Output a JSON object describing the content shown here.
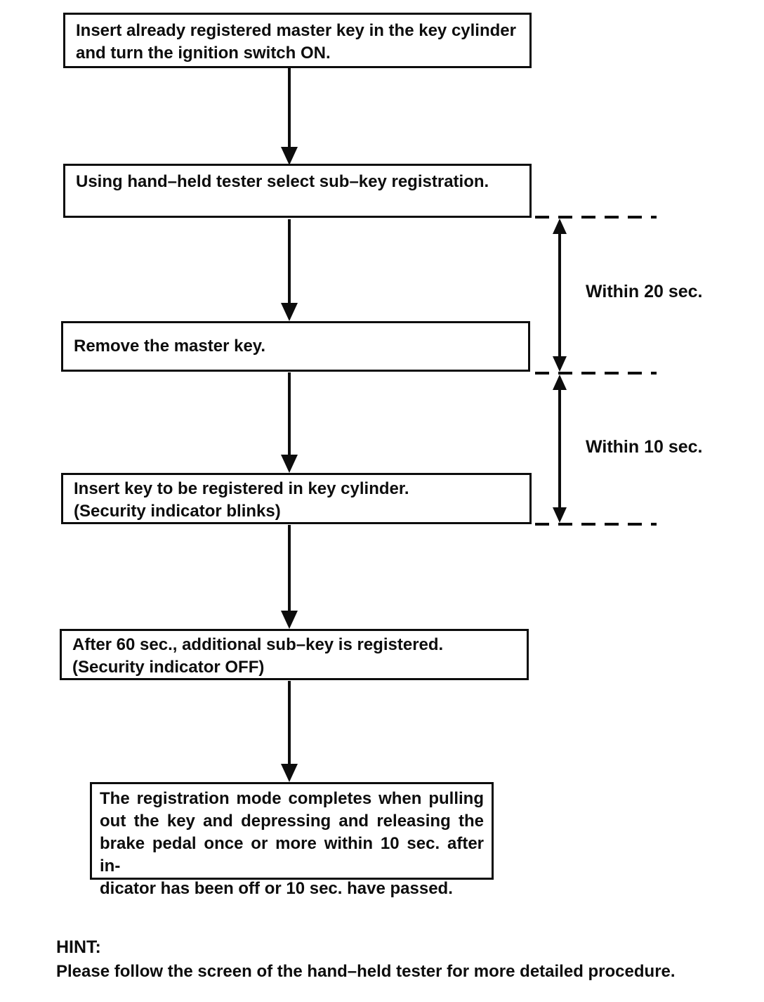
{
  "page": {
    "background": "#ffffff",
    "ink_color": "#0d0d0d"
  },
  "flowchart": {
    "steps": [
      {
        "lines": [
          "Insert already registered master key in the key cylinder",
          "and turn the ignition switch ON."
        ]
      },
      {
        "lines": [
          "Using hand–held tester select sub–key registration."
        ]
      },
      {
        "lines": [
          "Remove the master key."
        ]
      },
      {
        "lines": [
          "Insert key to be registered in key cylinder.",
          "(Security indicator blinks)"
        ]
      },
      {
        "lines": [
          "After 60 sec., additional sub–key is registered.",
          "(Security indicator OFF)"
        ]
      },
      {
        "lines": [
          "The registration mode completes when pulling",
          "out the key and depressing and releasing the",
          "brake pedal once or more within 10 sec. after in-",
          "dicator has been off or 10 sec. have passed."
        ]
      }
    ],
    "timing_labels": [
      {
        "text": "Within 20 sec."
      },
      {
        "text": "Within 10 sec."
      }
    ]
  },
  "hint": {
    "title": "HINT:",
    "text": "Please follow the screen of the hand–held tester for more detailed procedure."
  }
}
